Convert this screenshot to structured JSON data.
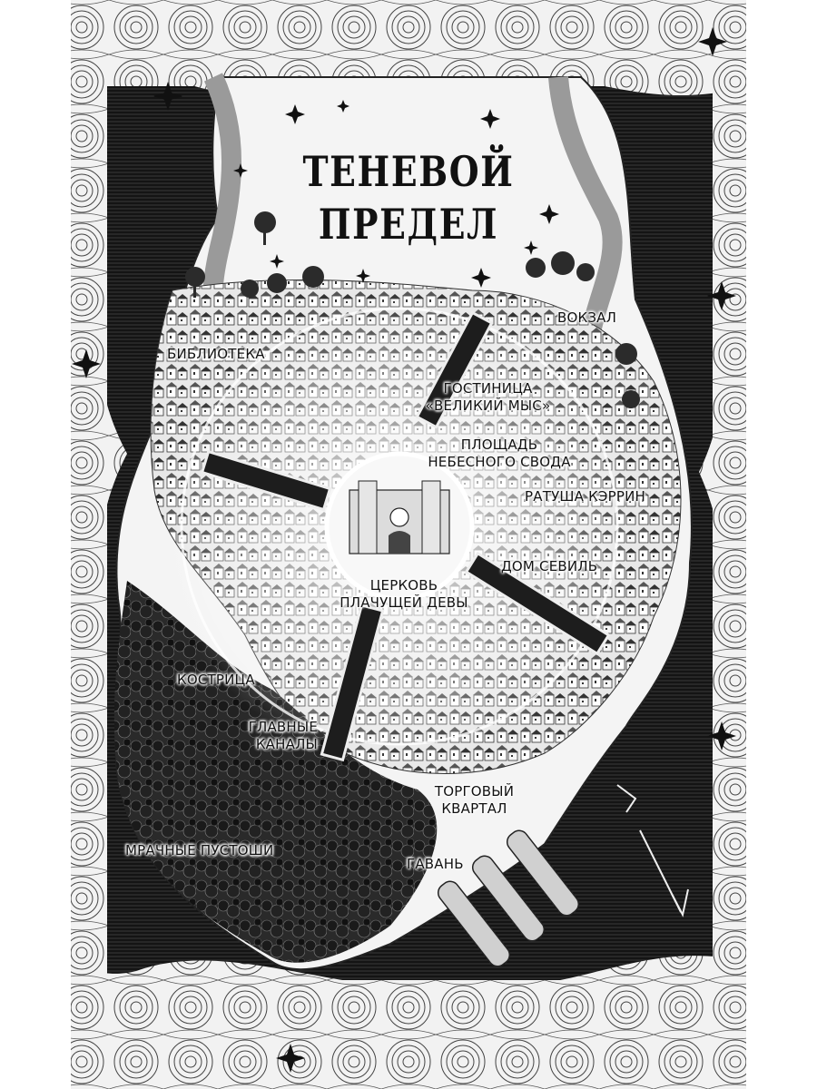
{
  "title": {
    "line1": "ТЕНЕВОЙ",
    "line2": "ПРЕДЕЛ"
  },
  "labels": {
    "vokzal": "ВОКЗАЛ",
    "biblioteka": "БИБЛИОТЕКА",
    "gostinitsa": {
      "line1": "ГОСТИНИЦА",
      "line2": "«ВЕЛИКИЙ МЫС»"
    },
    "ploshchad": {
      "line1": "ПЛОЩАДЬ",
      "line2": "НЕБЕСНОГО СВОДА"
    },
    "ratusha": "РАТУША КЭРРИН",
    "dom_sevil": "ДОМ СЕВИЛЬ",
    "tserkov": {
      "line1": "ЦЕРКОВЬ",
      "line2": "ПЛАЧУЩЕЙ ДЕВЫ"
    },
    "kostritsa": "КОСТРИЦА",
    "glavnye_kanaly": {
      "line1": "ГЛАВНЫЕ",
      "line2": "КАНАЛЫ"
    },
    "torgovy_kvartal": {
      "line1": "ТОРГОВЫЙ",
      "line2": "КВАРТАЛ"
    },
    "mrachnye_pustoshi": "МРАЧНЫЕ ПУСТОШИ",
    "gavan": "ГАВАНЬ"
  },
  "colors": {
    "ink": "#111111",
    "paper": "#ffffff",
    "city": "#d8d8d8"
  }
}
